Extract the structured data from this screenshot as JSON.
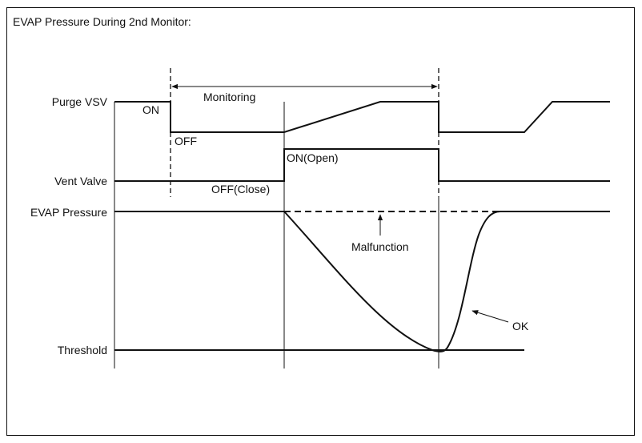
{
  "title": "EVAP Pressure During 2nd Monitor:",
  "signals": {
    "purge_vsv": "Purge VSV",
    "vent_valve": "Vent Valve",
    "evap_pressure": "EVAP Pressure",
    "threshold": "Threshold"
  },
  "annotations": {
    "monitoring": "Monitoring",
    "on": "ON",
    "off": "OFF",
    "on_open": "ON(Open)",
    "off_close": "OFF(Close)",
    "malfunction": "Malfunction",
    "ok": "OK"
  }
}
